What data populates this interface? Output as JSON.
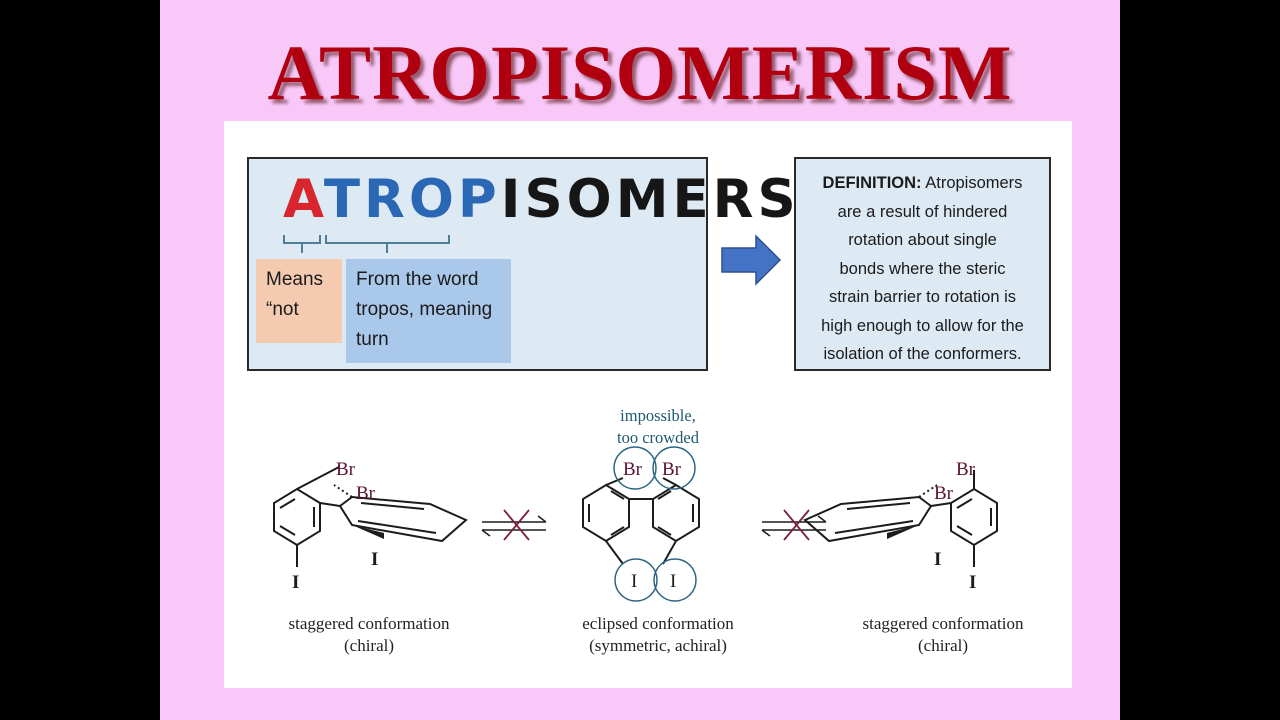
{
  "title": "ATROPISOMERISM",
  "word": {
    "part_a": "A",
    "part_b": "TROP",
    "part_c": "ISOMERS"
  },
  "term_a": {
    "line1": "Means",
    "line2": "“not"
  },
  "term_b": {
    "line1": "From the word",
    "line2": "tropos, meaning",
    "line3": "turn"
  },
  "definition": {
    "label": "DEFINITION:",
    "line1": "Atropisomers",
    "line2": "are a result of hindered",
    "line3": "rotation about single",
    "line4": "bonds where the steric",
    "line5": "strain barrier to rotation is",
    "line6": "high enough to allow for the",
    "line7": "isolation of the conformers."
  },
  "note": {
    "line1": "impossible,",
    "line2": "too crowded"
  },
  "captions": {
    "left": {
      "line1": "staggered conformation",
      "line2": "(chiral)"
    },
    "mid": {
      "line1": "eclipsed conformation",
      "line2": "(symmetric, achiral)"
    },
    "right": {
      "line1": "staggered conformation",
      "line2": "(chiral)"
    }
  },
  "atoms": {
    "bromine": "Br",
    "iodine": "I"
  },
  "colors": {
    "title": "#b00010",
    "background": "#f8c8f8",
    "atom_bromine": "#5a1230",
    "circle": "#2d6585",
    "blocked_cross": "#7a2040",
    "arrow_fill": "#4472c4"
  }
}
